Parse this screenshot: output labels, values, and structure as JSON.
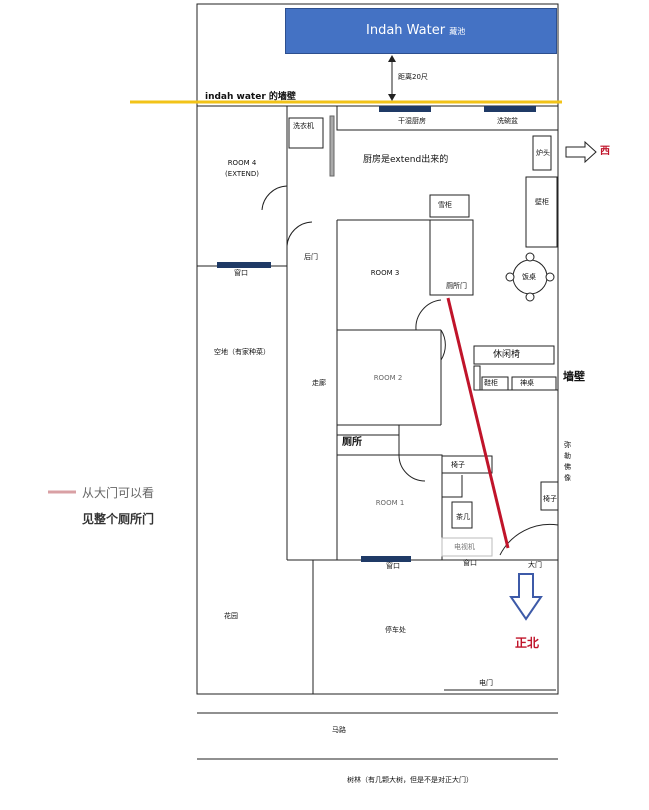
{
  "building": {
    "name": "Indah Water",
    "name_suffix": "藏池"
  },
  "distance_label": "距离20尺",
  "wall_label": "indah water 的墙壁",
  "rooms": {
    "room4": "ROOM 4",
    "room4_sub": "(EXTEND)",
    "room3": "ROOM 3",
    "room2": "ROOM 2",
    "room1": "ROOM 1"
  },
  "labels": {
    "washer": "洗衣机",
    "dryer_room": "干湿厨房",
    "sink": "洗碗盆",
    "kitchen_extend": "厨房是extend出来的",
    "stove": "炉头",
    "west": "西",
    "cabinet": "壁柜",
    "fridge": "雪柜",
    "back_door": "后门",
    "window": "窗口",
    "toilet_door": "厕所门",
    "dining_table": "饭桌",
    "empty_lot": "空地（有家种菜）",
    "corridor": "走廊",
    "lounge_chair": "休闲椅",
    "shoe_cabinet": "鞋柜",
    "sofa_small": "神桌",
    "wall": "墙壁",
    "toilet": "厕所",
    "chair": "椅子",
    "buddha": "弥勒佛像",
    "chair2": "椅子",
    "tea_table": "茶几",
    "tv": "电视机",
    "window2": "窗口",
    "window3": "窗口",
    "main_door": "大门",
    "north": "正北",
    "garden": "花园",
    "parking": "停车处",
    "gate": "电门",
    "road": "马路",
    "trees": "树林（有几颗大树，但是不是对正大门）"
  },
  "annotation": {
    "line1": "从大门可以看",
    "line2": "见整个厕所门"
  },
  "colors": {
    "building": "#4472c4",
    "wall_line": "#f2c318",
    "red_line": "#c0142a",
    "north_arrow": "#3d5aa8"
  }
}
